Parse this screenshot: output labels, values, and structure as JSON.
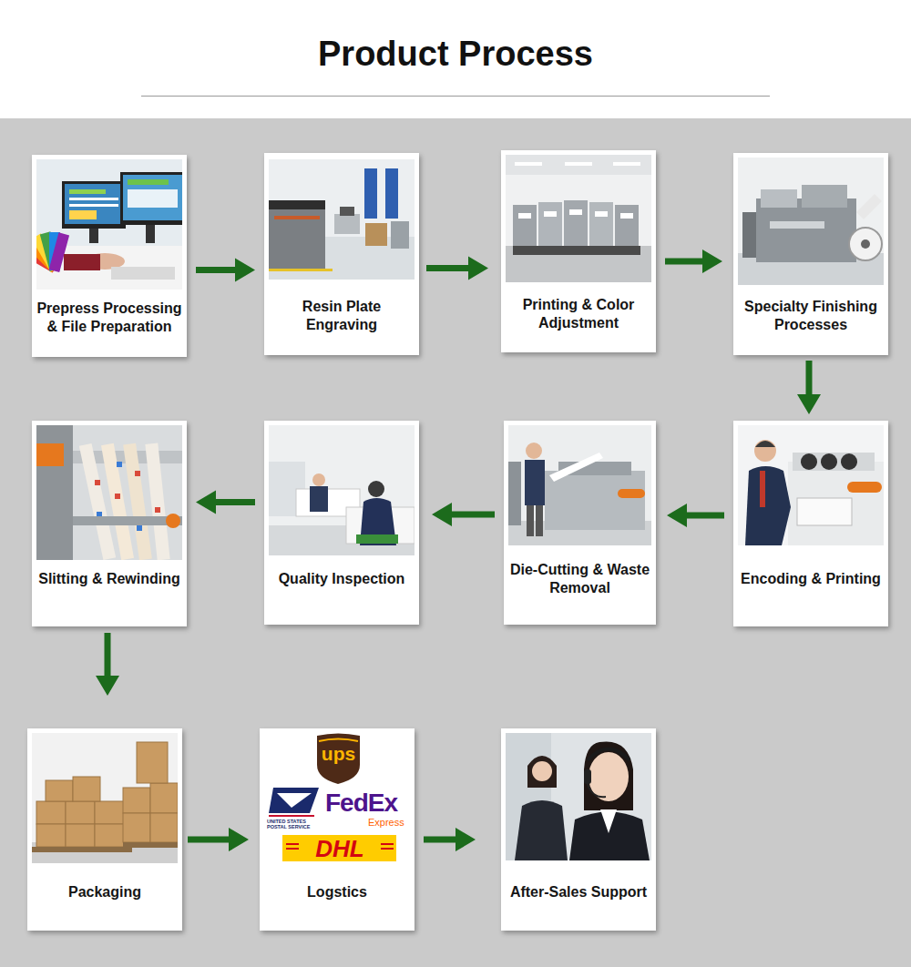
{
  "diagram": {
    "title": "Product Process",
    "nodes": [
      {
        "text": [
          "Prepress Processing & File Preparation"
        ]
      },
      {
        "text": [
          "Resin Plate Engraving"
        ]
      },
      {
        "text": [
          "Printing & Color Adjustment"
        ]
      },
      {
        "text": [
          "Specialty Finishing Processes"
        ]
      },
      {
        "text": [
          "Encoding & Printing"
        ]
      },
      {
        "text": [
          "Die-Cutting & Waste Removal"
        ]
      },
      {
        "text": [
          "Quality Inspection"
        ]
      },
      {
        "text": [
          "Slitting & Rewinding"
        ]
      },
      {
        "text": [
          "Packaging"
        ]
      },
      {
        "text": [
          "Logstics"
        ]
      },
      {
        "text": [
          "After-Sales Support"
        ]
      }
    ],
    "edges": [
      {
        "from": 0,
        "to": 1,
        "arrow": "to"
      },
      {
        "from": 1,
        "to": 2,
        "arrow": "to"
      },
      {
        "from": 2,
        "to": 3,
        "arrow": "to"
      },
      {
        "from": 3,
        "to": 4,
        "arrow": "to"
      },
      {
        "from": 4,
        "to": 5,
        "arrow": "to"
      },
      {
        "from": 5,
        "to": 6,
        "arrow": "to"
      },
      {
        "from": 6,
        "to": 7,
        "arrow": "to"
      },
      {
        "from": 7,
        "to": 8,
        "arrow": "to"
      },
      {
        "from": 8,
        "to": 9,
        "arrow": "to"
      },
      {
        "from": 9,
        "to": 10,
        "arrow": "to"
      }
    ],
    "labels": [
      "ups",
      "UNITED STATES POSTAL SERVICE",
      "FedEx",
      "Express",
      "DHL"
    ]
  }
}
